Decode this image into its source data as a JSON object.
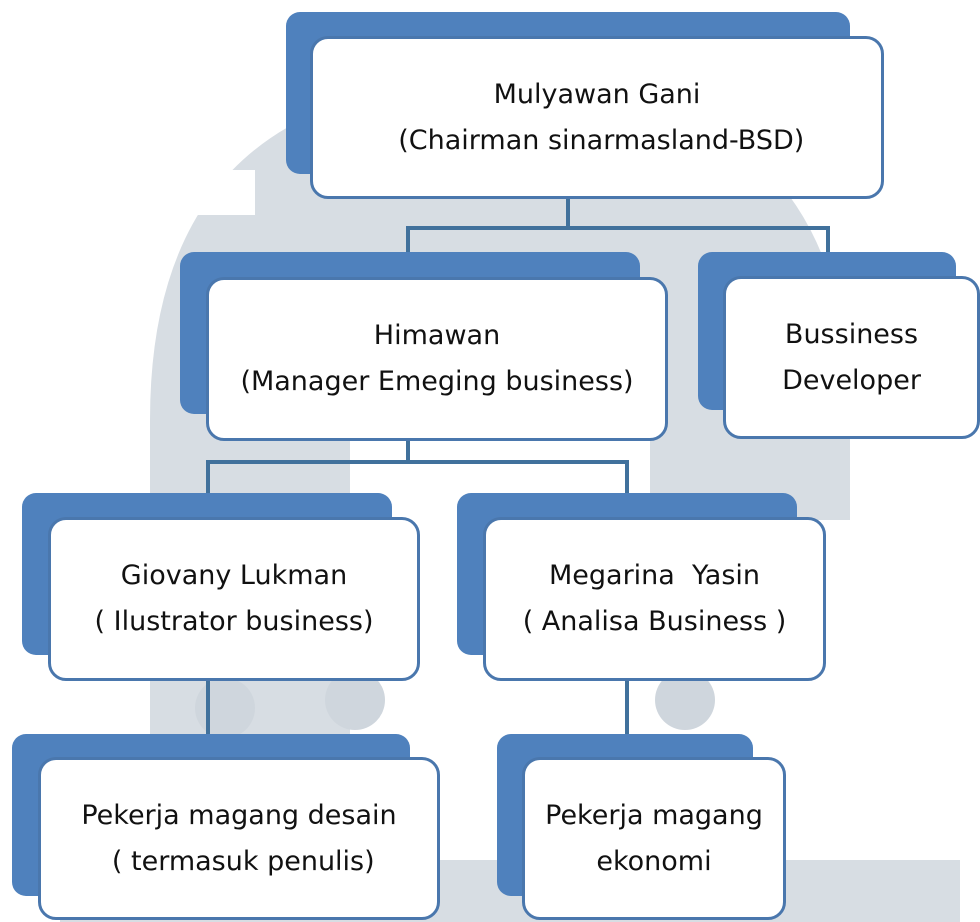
{
  "org_chart": {
    "nodes": [
      {
        "id": "chairman",
        "lines": [
          "Mulyawan Gani",
          " (Chairman sinarmasland-BSD)"
        ]
      },
      {
        "id": "manager",
        "lines": [
          "Himawan",
          "(Manager Emeging business)"
        ]
      },
      {
        "id": "bizdev",
        "lines": [
          "Bussiness",
          "Developer"
        ]
      },
      {
        "id": "illustrator",
        "lines": [
          "Giovany Lukman",
          "( Ilustrator business)"
        ]
      },
      {
        "id": "analyst",
        "lines": [
          "Megarina  Yasin",
          "( Analisa Business )"
        ]
      },
      {
        "id": "intern-design",
        "lines": [
          "Pekerja magang desain",
          " ( termasuk penulis)"
        ]
      },
      {
        "id": "intern-econ",
        "lines": [
          "Pekerja magang",
          "ekonomi"
        ]
      }
    ]
  },
  "colors": {
    "shadow": "#4f81bd",
    "border": "#4a77ad",
    "line": "#41719c",
    "watermark": "#d7dde3"
  }
}
